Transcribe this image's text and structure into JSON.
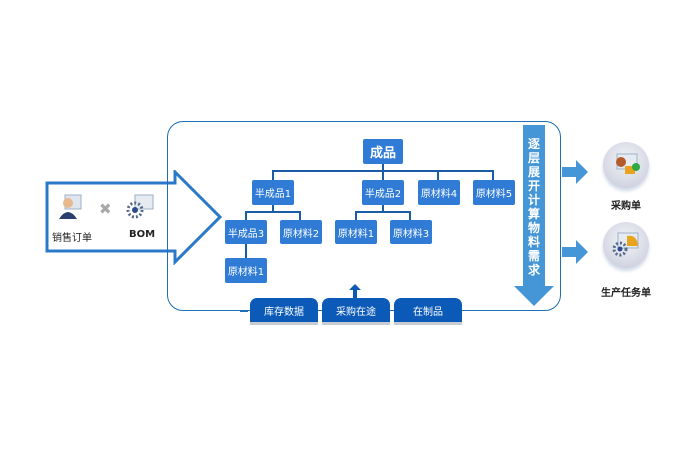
{
  "input": {
    "items": [
      {
        "label": "销售订单",
        "icon": "salesperson-icon"
      },
      {
        "label": "BOM",
        "icon": "bom-gear-icon"
      }
    ],
    "operator": "✖"
  },
  "tree": {
    "root": "成品",
    "level1": [
      "半成品1",
      "半成品2",
      "原材料4",
      "原材料5"
    ],
    "level2": [
      "半成品3",
      "原材料2",
      "原材料1",
      "原材料3"
    ],
    "level3": [
      "原材料1"
    ]
  },
  "process": {
    "vertical_label": [
      "逐",
      "层",
      "展",
      "开",
      "计",
      "算",
      "物",
      "料",
      "需",
      "求"
    ]
  },
  "bottom_tabs": [
    "库存数据",
    "采购在途",
    "在制品"
  ],
  "outputs": [
    {
      "label": "采购单",
      "icon": "purchase-order-icon"
    },
    {
      "label": "生产任务单",
      "icon": "production-task-icon"
    }
  ],
  "colors": {
    "node": "#2f7bd6",
    "tab": "#0b5ab8",
    "arrow": "#4596d6",
    "border": "#1e6fb8"
  }
}
